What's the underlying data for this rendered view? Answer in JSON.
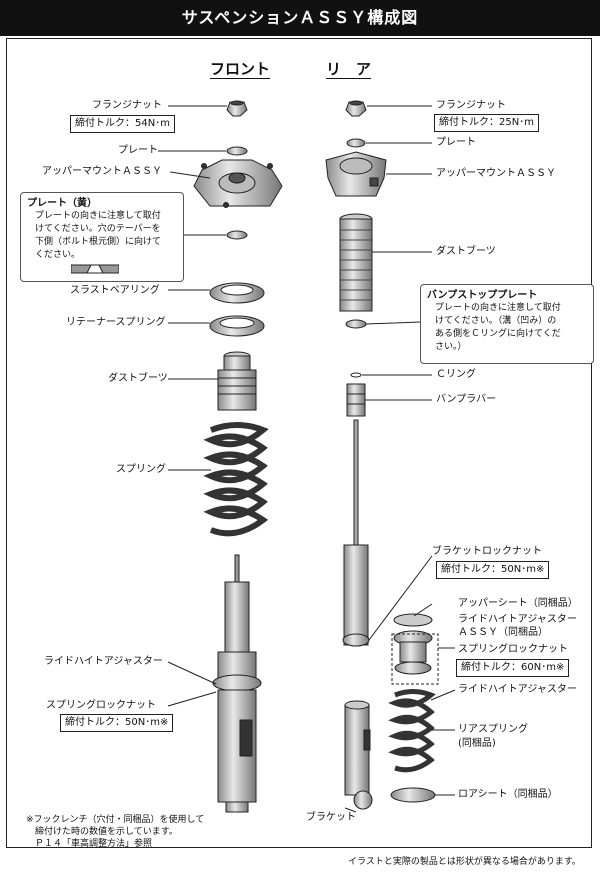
{
  "title": "サスペンションＡＳＳＹ構成図",
  "headers": {
    "front": "フロント",
    "rear": "リ　ア"
  },
  "front": {
    "flange_nut": "フランジナット",
    "flange_torque": "締付トルク：54N･m",
    "plate": "プレート",
    "upper_mount": "アッパーマウントＡＳＳＹ",
    "thrust_bearing": "スラストベアリング",
    "retainer_spring": "リテーナースプリング",
    "dust_boot": "ダストブーツ",
    "spring": "スプリング",
    "ride_height_adjuster": "ライドハイトアジャスター",
    "spring_lock_nut": "スプリングロックナット",
    "spring_lock_torque": "締付トルク：50N･m※"
  },
  "plate_note": {
    "title": "プレート（黄）",
    "body": "プレートの向きに注意して取付\nけてください。穴のテーパーを\n下側（ボルト根元側）に向けて\nください。"
  },
  "rear": {
    "flange_nut": "フランジナット",
    "flange_torque": "締付トルク：25N･m",
    "plate": "プレート",
    "upper_mount": "アッパーマウントＡＳＳＹ",
    "dust_boot": "ダストブーツ",
    "c_ring": "Ｃリング",
    "bump_rubber": "バンプラバー",
    "bracket_lock_nut": "ブラケットロックナット",
    "bracket_lock_torque": "締付トルク：50N･m※",
    "upper_seat": "アッパーシート（同梱品）",
    "ride_height_assy_1": "ライドハイトアジャスター",
    "ride_height_assy_2": "ＡＳＳＹ（同梱品）",
    "spring_lock_nut": "スプリングロックナット",
    "spring_lock_torque": "締付トルク：60N･m※",
    "ride_height_adjuster": "ライドハイトアジャスター",
    "rear_spring_1": "リアスプリング",
    "rear_spring_2": "(同梱品)",
    "lower_seat": "ロアシート（同梱品）",
    "bracket": "ブラケット"
  },
  "bump_note": {
    "title": "バンプストッププレート",
    "body": "プレートの向きに注意して取付\nけてください。（溝（凹み）の\nある側をＣリングに向けてくだ\nさい。）"
  },
  "footnote": "※フックレンチ（穴付・同梱品）を使用して\n　締付けた時の数値を示しています。\n　Ｐ１４「車高調整方法」参照",
  "disclaimer": "イラストと実際の製品とは形状が異なる場合があります。",
  "colors": {
    "banner": "#111111",
    "part_fill": "#d8d8d8",
    "part_dark": "#9a9a9a",
    "line": "#222222"
  }
}
